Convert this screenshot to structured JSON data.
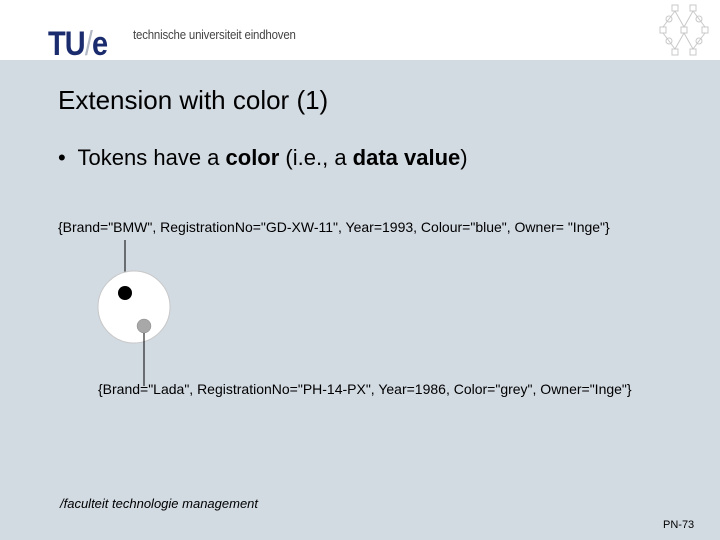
{
  "header": {
    "logo_main": "TU",
    "logo_slash": "/",
    "logo_e": "e",
    "university": "technische universiteit eindhoven"
  },
  "slide": {
    "title": "Extension with color (1)",
    "bullet_marker": "•",
    "bullet_pre": "Tokens have a ",
    "bullet_bold1": "color",
    "bullet_mid": " (i.e., a ",
    "bullet_bold2": "data value",
    "bullet_post": ")",
    "token_black": "{Brand=\"BMW\", RegistrationNo=\"GD-XW-11\", Year=1993, Colour=\"blue\", Owner= \"Inge\"}",
    "token_grey": "{Brand=\"Lada\", RegistrationNo=\"PH-14-PX\", Year=1986, Color=\"grey\", Owner=\"Inge\"}"
  },
  "footer": {
    "faculty": "/faculteit technologie management",
    "page_number": "PN-73"
  },
  "colors": {
    "background": "#d2dae2",
    "logo_blue": "#1a2b6e",
    "token_black": "#000000",
    "token_grey": "#a8a8a8"
  }
}
